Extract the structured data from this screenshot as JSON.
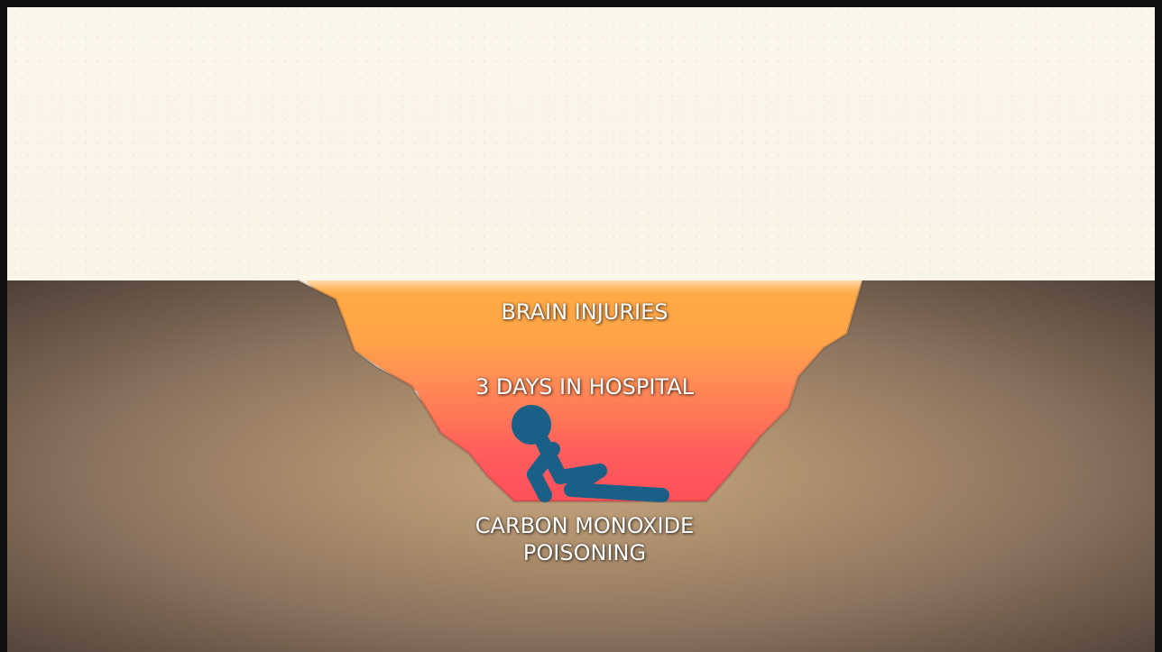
{
  "captions": {
    "top": "BRAIN INJURIES",
    "middle": "3 DAYS IN HOSPITAL",
    "bottom_line1": "CARBON MONOXIDE",
    "bottom_line2": "POISONING"
  },
  "icons": {
    "figure": "reclining-person-icon"
  },
  "colors": {
    "paper": "#f8f1e2",
    "ground": "#8b7760",
    "figure": "#1b5f86",
    "layer_top": "#ffa847",
    "layer_mid": "#ff8a55",
    "layer_bottom": "#ff5b5d"
  }
}
